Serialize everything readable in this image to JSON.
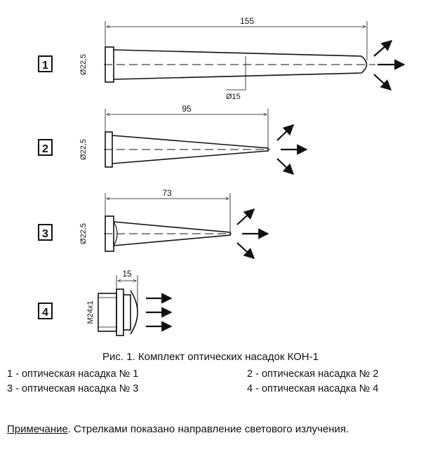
{
  "figure": {
    "caption": "Рис. 1. Комплект оптических насадок КОН-1",
    "legend": [
      "1 - оптическая насадка № 1",
      "2 - оптическая насадка № 2",
      "3 - оптическая насадка № 3",
      "4 - оптическая насадка № 4"
    ]
  },
  "note": {
    "label": "Примечание",
    "text": ". Стрелками показано направление светового излучения."
  },
  "nozzles": [
    {
      "number": "1",
      "length": "155",
      "diameter": "Ø22,5",
      "tip_diameter": "Ø15"
    },
    {
      "number": "2",
      "length": "95",
      "diameter": "Ø22,5"
    },
    {
      "number": "3",
      "length": "73",
      "diameter": "Ø22,5"
    },
    {
      "number": "4",
      "length": "15",
      "thread": "M24x1"
    }
  ],
  "colors": {
    "ink": "#111111",
    "background": "#ffffff"
  }
}
